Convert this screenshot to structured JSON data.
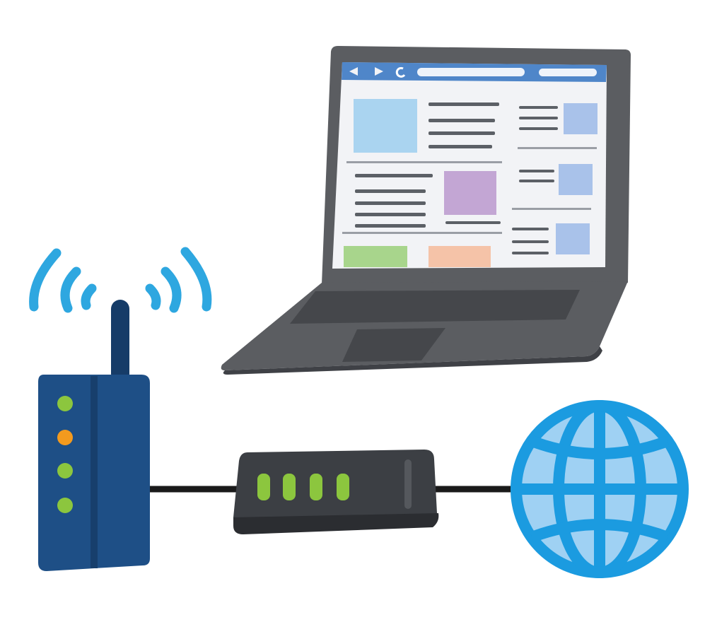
{
  "colors": {
    "background": "#ffffff",
    "laptop_body": "#5b5d61",
    "laptop_body_dark": "#3f4146",
    "laptop_keyboard": "#45474b",
    "screen_bg": "#f2f3f6",
    "browser_bar": "#4f86c9",
    "router_body": "#1e4f86",
    "router_side": "#173f6c",
    "router_antenna": "#163c68",
    "led_green": "#8cc63e",
    "led_orange": "#f39a1e",
    "wifi_waves": "#2ea7e0",
    "modem_body": "#3c3f44",
    "modem_base": "#2b2d31",
    "modem_led": "#8cc63e",
    "cable": "#1a1a1a",
    "globe_fill": "#9fd1f3",
    "globe_lines": "#1b9be0",
    "placeholder_blue": "#aad4f0",
    "placeholder_purple": "#c3a6d4",
    "placeholder_periwinkle": "#a9c2ea",
    "placeholder_green": "#a8d58c",
    "placeholder_peach": "#f5c3a8",
    "text_placeholder": "#5c6066"
  },
  "icons": {
    "laptop": "laptop-icon",
    "router": "wifi-router-icon",
    "modem": "modem-icon",
    "globe": "globe-icon",
    "wifi": "wifi-signal-icon",
    "browser_back": "back-arrow-icon",
    "browser_forward": "forward-arrow-icon",
    "browser_reload": "reload-icon"
  },
  "diagram": {
    "nodes": [
      "laptop",
      "wifi-router",
      "modem",
      "internet"
    ],
    "connections": [
      [
        "wifi-router",
        "laptop",
        "wireless"
      ],
      [
        "wifi-router",
        "modem",
        "wired"
      ],
      [
        "modem",
        "internet",
        "wired"
      ]
    ],
    "router_leds": [
      "green",
      "orange",
      "green",
      "green"
    ],
    "modem_led_count": 4
  }
}
